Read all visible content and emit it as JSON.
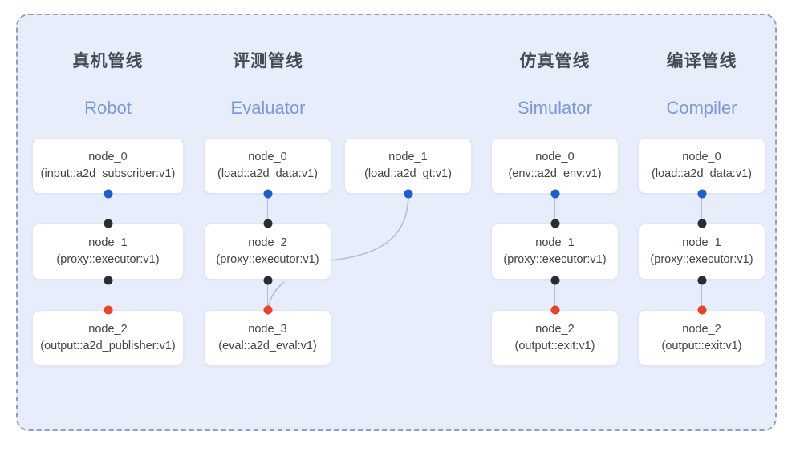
{
  "diagram": {
    "panel_bg": "#e7edfa",
    "panel_border": "#98a0ae",
    "node_bg": "#ffffff",
    "node_border": "#e3e6ec",
    "edge_color": "#b7bcc8",
    "dot_colors": {
      "output_blue": "#1a5fd0",
      "input_black": "#2b2d31",
      "terminal_red": "#e8442a"
    },
    "title_color": "#444a52",
    "subtitle_color": "#7b98dd"
  },
  "columns": [
    {
      "id": "robot",
      "title": "真机管线",
      "subtitle": "Robot",
      "nodes": [
        {
          "id": "node_0",
          "type": "(input::a2d_subscriber:v1)"
        },
        {
          "id": "node_1",
          "type": "(proxy::executor:v1)"
        },
        {
          "id": "node_2",
          "type": "(output::a2d_publisher:v1)"
        }
      ]
    },
    {
      "id": "evaluator",
      "title": "评测管线",
      "subtitle": "Evaluator",
      "nodes": [
        {
          "id": "node_0",
          "type": "(load::a2d_data:v1)"
        },
        {
          "id": "node_2",
          "type": "(proxy::executor:v1)"
        },
        {
          "id": "node_3",
          "type": "(eval::a2d_eval:v1)"
        }
      ],
      "side_nodes": [
        {
          "id": "node_1",
          "type": "(load::a2d_gt:v1)"
        }
      ]
    },
    {
      "id": "simulator",
      "title": "仿真管线",
      "subtitle": "Simulator",
      "nodes": [
        {
          "id": "node_0",
          "type": "(env::a2d_env:v1)"
        },
        {
          "id": "node_1",
          "type": "(proxy::executor:v1)"
        },
        {
          "id": "node_2",
          "type": "(output::exit:v1)"
        }
      ]
    },
    {
      "id": "compiler",
      "title": "编译管线",
      "subtitle": "Compiler",
      "nodes": [
        {
          "id": "node_0",
          "type": "(load::a2d_data:v1)"
        },
        {
          "id": "node_1",
          "type": "(proxy::executor:v1)"
        },
        {
          "id": "node_2",
          "type": "(output::exit:v1)"
        }
      ]
    }
  ]
}
